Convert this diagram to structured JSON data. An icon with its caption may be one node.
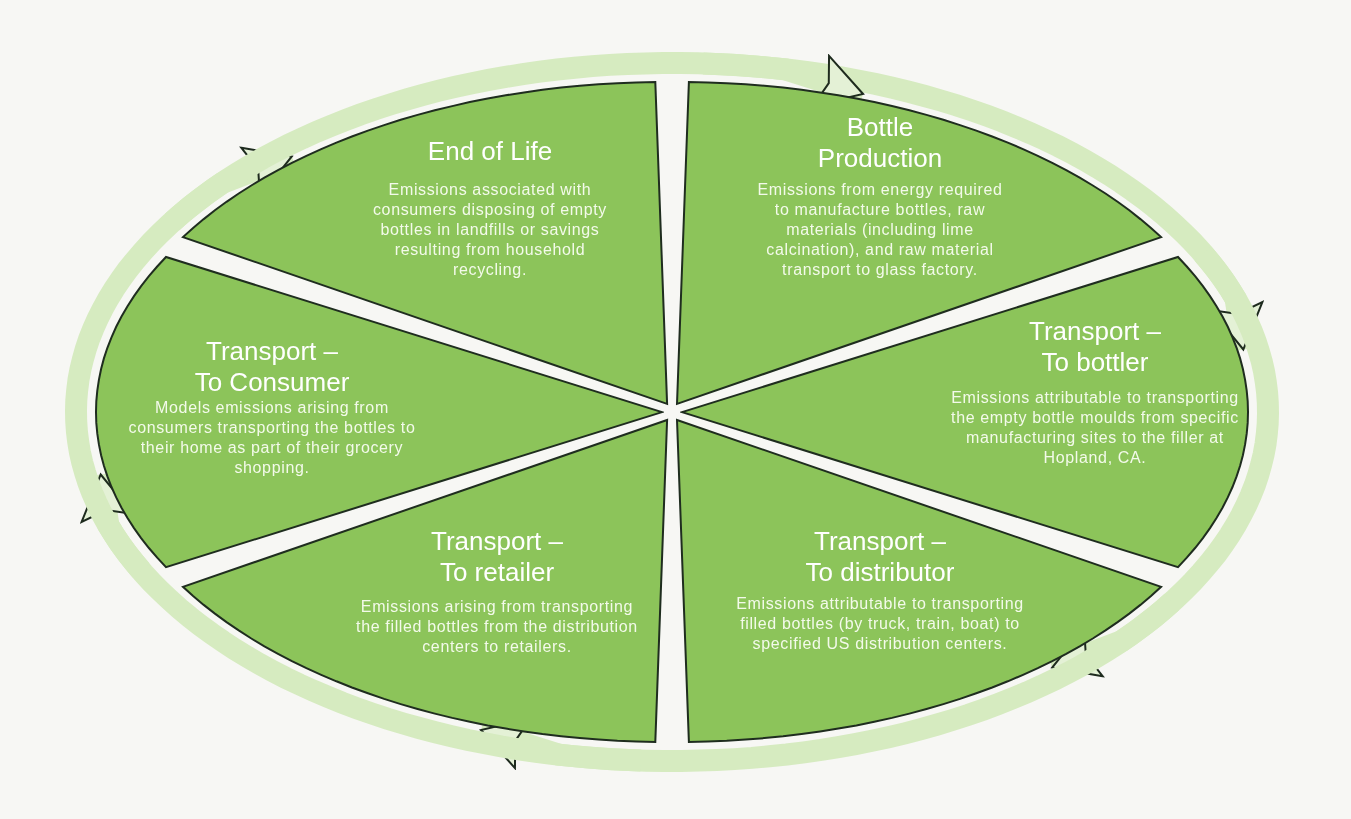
{
  "diagram": {
    "nodes": [
      {
        "text": [
          "Bottle Production",
          "Emissions from energy required to manufacture bottles, raw materials (including lime calcination), and raw material transport to glass factory."
        ]
      },
      {
        "text": [
          "Transport – To bottler",
          "Emissions attributable to transporting the empty bottle moulds from specific manufacturing sites to the filler at Hopland, CA."
        ]
      },
      {
        "text": [
          "Transport – To distributor",
          "Emissions attributable to transporting filled bottles (by truck, train, boat) to specified US distribution centers."
        ]
      },
      {
        "text": [
          "Transport – To retailer",
          "Emissions arising from transporting the filled bottles from the distribution centers to retailers."
        ]
      },
      {
        "text": [
          "Transport – To Consumer",
          "Models emissions arising from consumers transporting the bottles to their home as part of their grocery shopping."
        ]
      },
      {
        "text": [
          "End of Life",
          "Emissions associated with consumers disposing of empty bottles in landfills or savings resulting from household recycling."
        ]
      }
    ],
    "edges": [
      {
        "from": 0,
        "to": 1,
        "arrow": "to"
      },
      {
        "from": 1,
        "to": 2,
        "arrow": "to"
      },
      {
        "from": 2,
        "to": 3,
        "arrow": "to"
      },
      {
        "from": 3,
        "to": 4,
        "arrow": "to"
      },
      {
        "from": 4,
        "to": 5,
        "arrow": "to"
      },
      {
        "from": 5,
        "to": 0,
        "arrow": "to"
      }
    ]
  }
}
